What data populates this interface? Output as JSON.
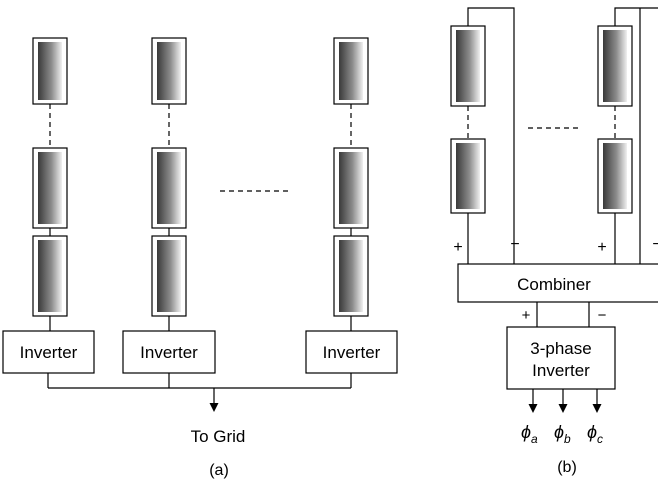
{
  "panel_a": {
    "inverter_label": "Inverter",
    "output_label": "To Grid",
    "caption": "(a)"
  },
  "panel_b": {
    "plus_sign": "+",
    "minus_sign": "−",
    "combiner_label": "Combiner",
    "inverter_line1": "3-phase",
    "inverter_line2": "Inverter",
    "phases": [
      {
        "symbol": "ϕ",
        "sub": "a"
      },
      {
        "symbol": "ϕ",
        "sub": "b"
      },
      {
        "symbol": "ϕ",
        "sub": "c"
      }
    ],
    "caption": "(b)"
  },
  "colors": {
    "panel_gradient_dark": "#3a3a3a",
    "panel_gradient_light": "#f0f0f0"
  }
}
